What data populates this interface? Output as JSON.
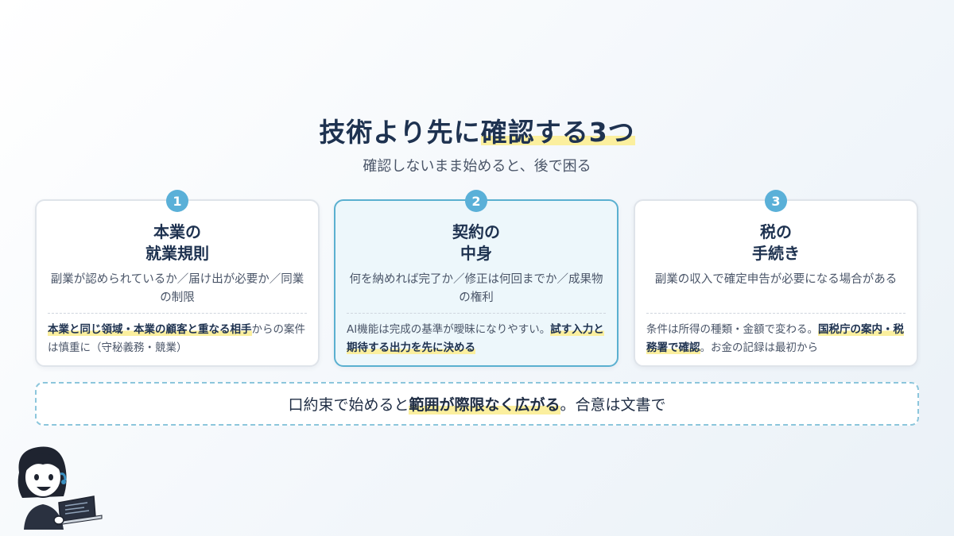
{
  "header": {
    "title_pre": "技術より先に",
    "title_hl": "確認する3つ",
    "subtitle": "確認しないまま始めると、後で困る"
  },
  "cards": [
    {
      "number": "1",
      "title_line1": "本業の",
      "title_line2": "就業規則",
      "description": "副業が認められているか／届け出が必要か／同業の制限",
      "note_bold": "本業と同じ領域・本業の顧客と重なる相手",
      "note_rest": "からの案件は慎重に（守秘義務・競業）"
    },
    {
      "number": "2",
      "title_line1": "契約の",
      "title_line2": "中身",
      "description": "何を納めれば完了か／修正は何回までか／成果物の権利",
      "note_pre": "AI機能は完成の基準が曖昧になりやすい。",
      "note_bold": "試す入力と期待する出力を先に決める"
    },
    {
      "number": "3",
      "title_line1": "税の",
      "title_line2": "手続き",
      "description": "副業の収入で確定申告が必要になる場合がある",
      "note_pre": "条件は所得の種類・金額で変わる。",
      "note_bold": "国税庁の案内・税務署で確認",
      "note_rest": "。お金の記録は最初から"
    }
  ],
  "banner": {
    "pre": "口約束で始めると",
    "bold": "範囲が際限なく広がる",
    "post": "。合意は文書で"
  },
  "colors": {
    "accent": "#5ab0d8",
    "highlight": "#fbef9e",
    "navy": "#1e3250"
  },
  "mascot_icon": "character-with-laptop-icon"
}
